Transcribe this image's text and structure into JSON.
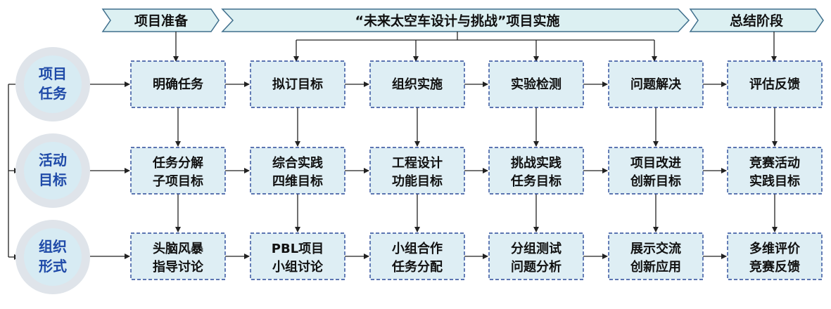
{
  "phases": [
    {
      "label": "项目准备"
    },
    {
      "label": "“未来太空车设计与挑战”项目实施"
    },
    {
      "label": "总结阶段"
    }
  ],
  "row_labels": [
    {
      "line1": "项目",
      "line2": "任务"
    },
    {
      "line1": "活动",
      "line2": "目标"
    },
    {
      "line1": "组织",
      "line2": "形式"
    }
  ],
  "rows": [
    [
      {
        "line1": "明确任务",
        "line2": ""
      },
      {
        "line1": "拟订目标",
        "line2": ""
      },
      {
        "line1": "组织实施",
        "line2": ""
      },
      {
        "line1": "实验检测",
        "line2": ""
      },
      {
        "line1": "问题解决",
        "line2": ""
      },
      {
        "line1": "评估反馈",
        "line2": ""
      }
    ],
    [
      {
        "line1": "任务分解",
        "line2": "子项目标"
      },
      {
        "line1": "综合实践",
        "line2": "四维目标"
      },
      {
        "line1": "工程设计",
        "line2": "功能目标"
      },
      {
        "line1": "挑战实践",
        "line2": "任务目标"
      },
      {
        "line1": "项目改进",
        "line2": "创新目标"
      },
      {
        "line1": "竞赛活动",
        "line2": "实践目标"
      }
    ],
    [
      {
        "line1": "头脑风暴",
        "line2": "指导讨论"
      },
      {
        "line1": "PBL项目",
        "line2": "小组讨论"
      },
      {
        "line1": "小组合作",
        "line2": "任务分配"
      },
      {
        "line1": "分组测试",
        "line2": "问题分析"
      },
      {
        "line1": "展示交流",
        "line2": "创新应用"
      },
      {
        "line1": "多维评价",
        "line2": "竞赛反馈"
      }
    ]
  ],
  "colors": {
    "box_fill": "#deeef4",
    "box_border": "#2b4a9a",
    "banner_fill": "#dcf0f2",
    "banner_border": "#3f6f8c",
    "circle_ring": "#dfe4ea",
    "circle_fill": "#d7ebf3",
    "row_label_text": "#1f4aa8",
    "arrow": "#222222"
  }
}
